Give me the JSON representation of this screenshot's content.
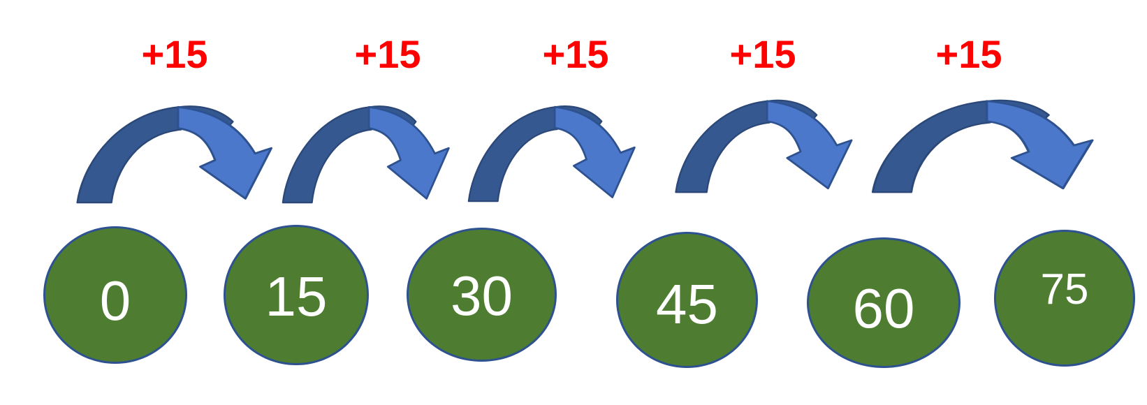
{
  "diagram": {
    "type": "skip-counting-number-line",
    "step": 15,
    "sequence": [
      0,
      15,
      30,
      45,
      60,
      75
    ],
    "colors": {
      "step_label": "#FF0000",
      "node_fill": "#4E7D32",
      "node_border": "#2E5290",
      "arrow_back": "#34588F",
      "arrow_front": "#4C78CC",
      "arrow_outline": "#2E5290",
      "number_text": "#FFFFFF",
      "background": "#FFFFFF"
    },
    "nodes": [
      {
        "value": "0"
      },
      {
        "value": "15"
      },
      {
        "value": "30"
      },
      {
        "value": "45"
      },
      {
        "value": "60"
      },
      {
        "value": "75"
      }
    ],
    "arrows": [
      {
        "label": "+15"
      },
      {
        "label": "+15"
      },
      {
        "label": "+15"
      },
      {
        "label": "+15"
      },
      {
        "label": "+15"
      }
    ]
  }
}
